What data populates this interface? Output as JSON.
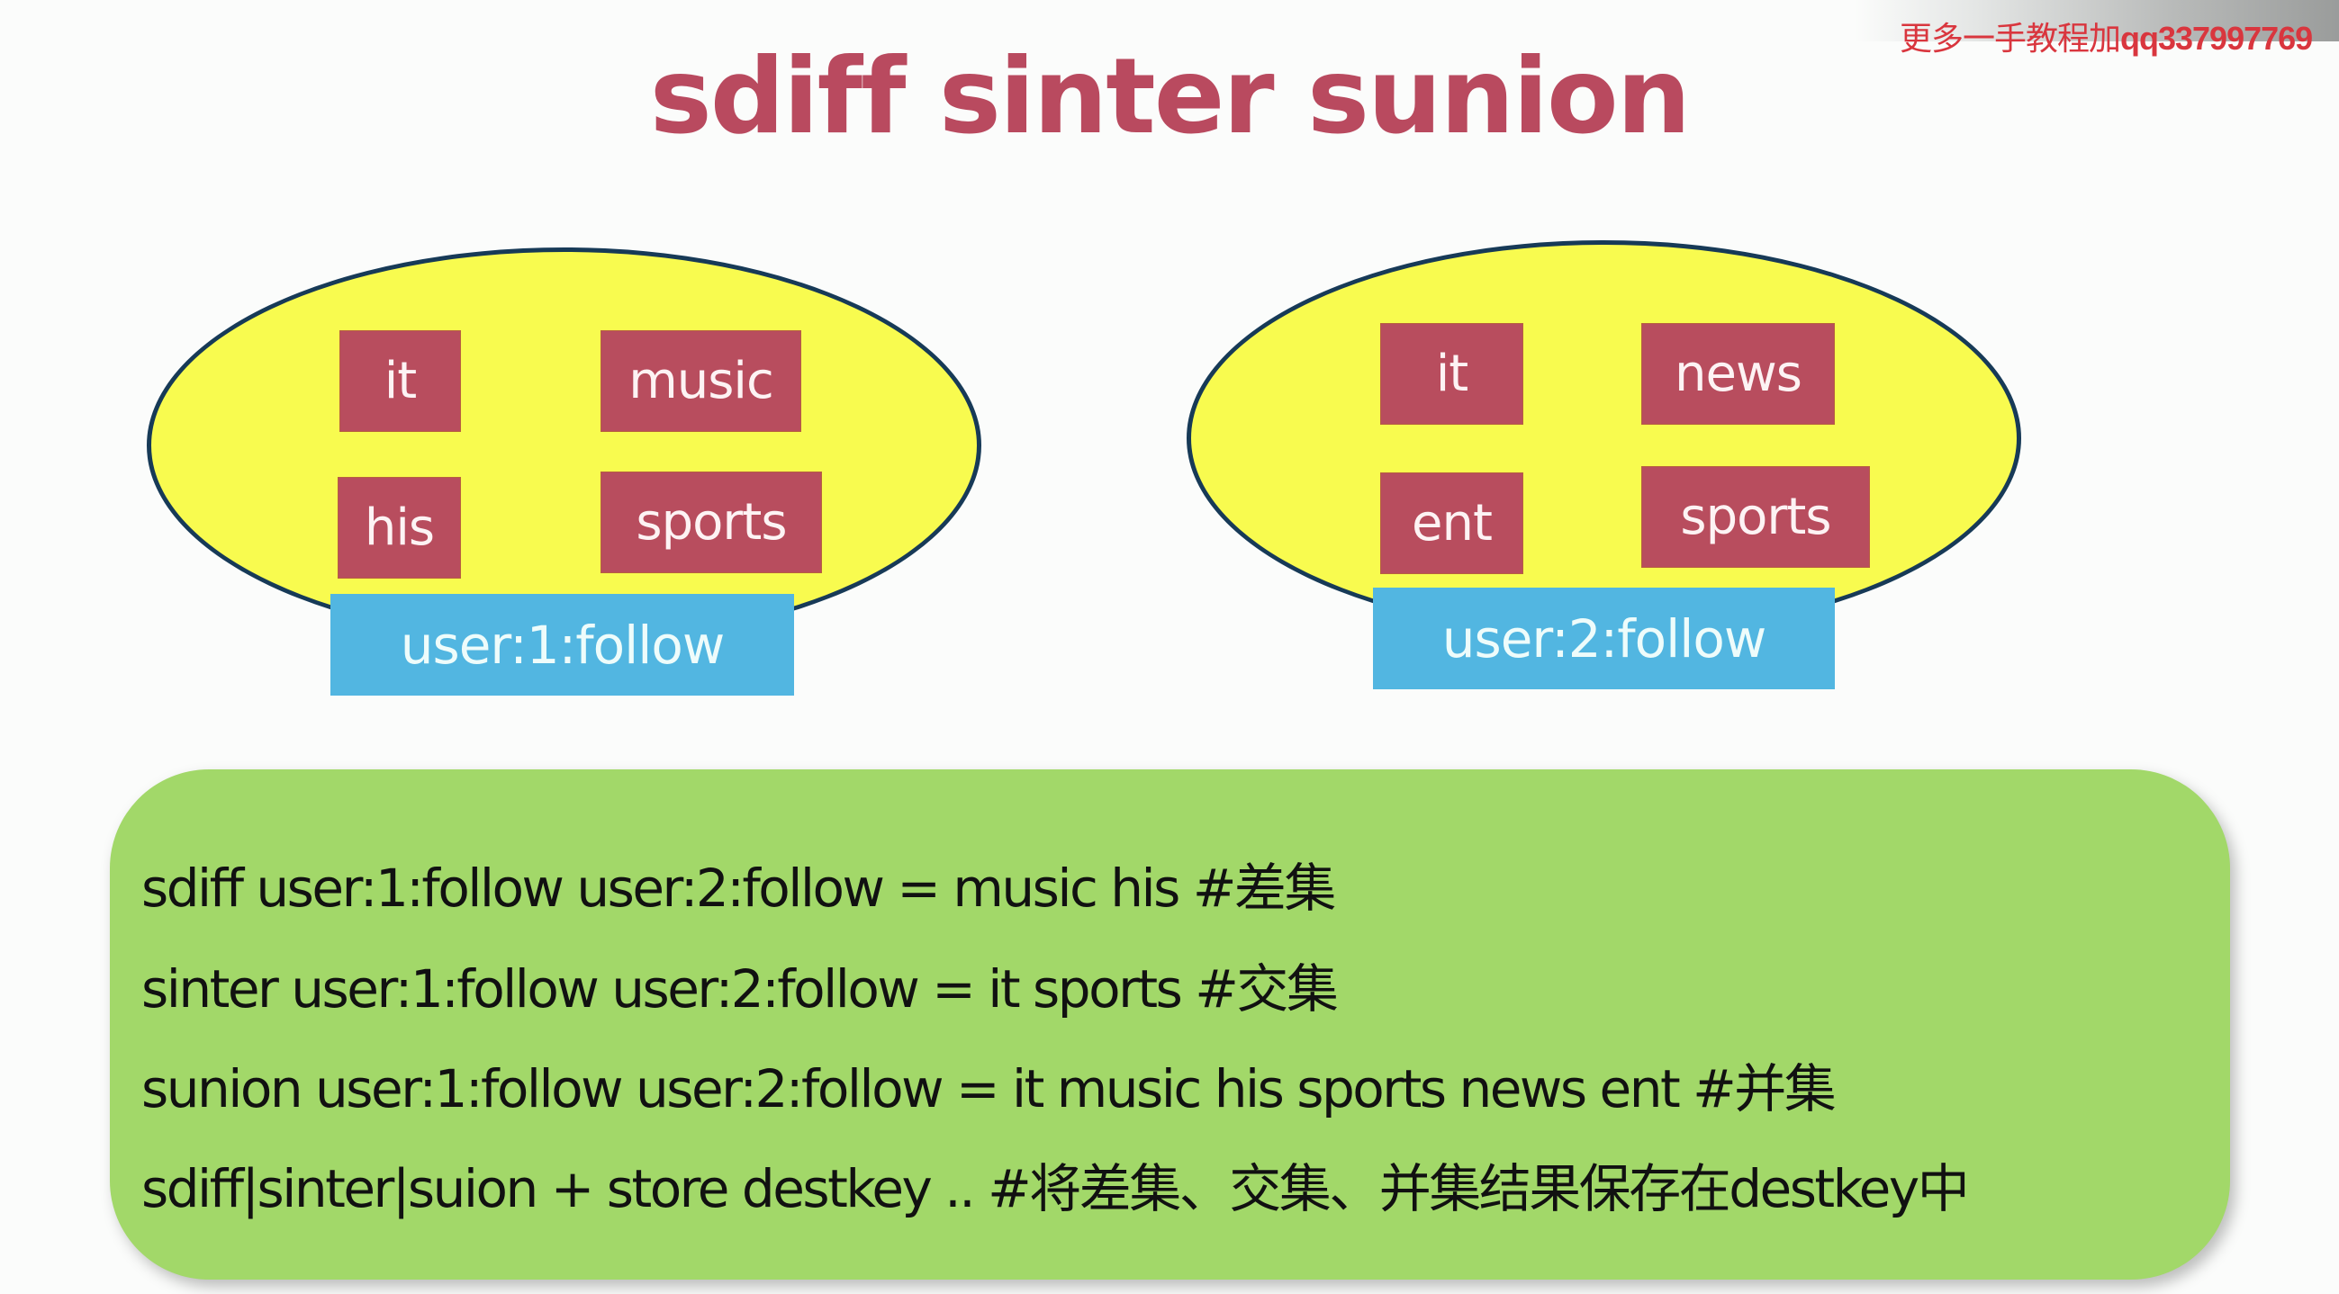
{
  "watermark": {
    "text_cn": "更多一手教程加",
    "text_num": "qq337997769"
  },
  "title": "sdiff sinter sunion",
  "sets": [
    {
      "key": "user:1:follow",
      "members": [
        "it",
        "music",
        "his",
        "sports"
      ]
    },
    {
      "key": "user:2:follow",
      "members": [
        "it",
        "news",
        "ent",
        "sports"
      ]
    }
  ],
  "commands": [
    "sdiff user:1:follow user:2:follow = music his #差集",
    "sinter user:1:follow user:2:follow = it sports #交集",
    "sunion user:1:follow user:2:follow = it music his sports news ent #并集",
    "sdiff|sinter|suion + store destkey .. #将差集、交集、并集结果保存在destkey中"
  ],
  "colors": {
    "title": "#b94a5f",
    "ellipse_fill": "#f8fb4f",
    "ellipse_stroke": "#173a57",
    "element_box": "#b84d5e",
    "key_label": "#52b6e1",
    "commands_panel": "#a2d869",
    "watermark": "#d9363e"
  }
}
